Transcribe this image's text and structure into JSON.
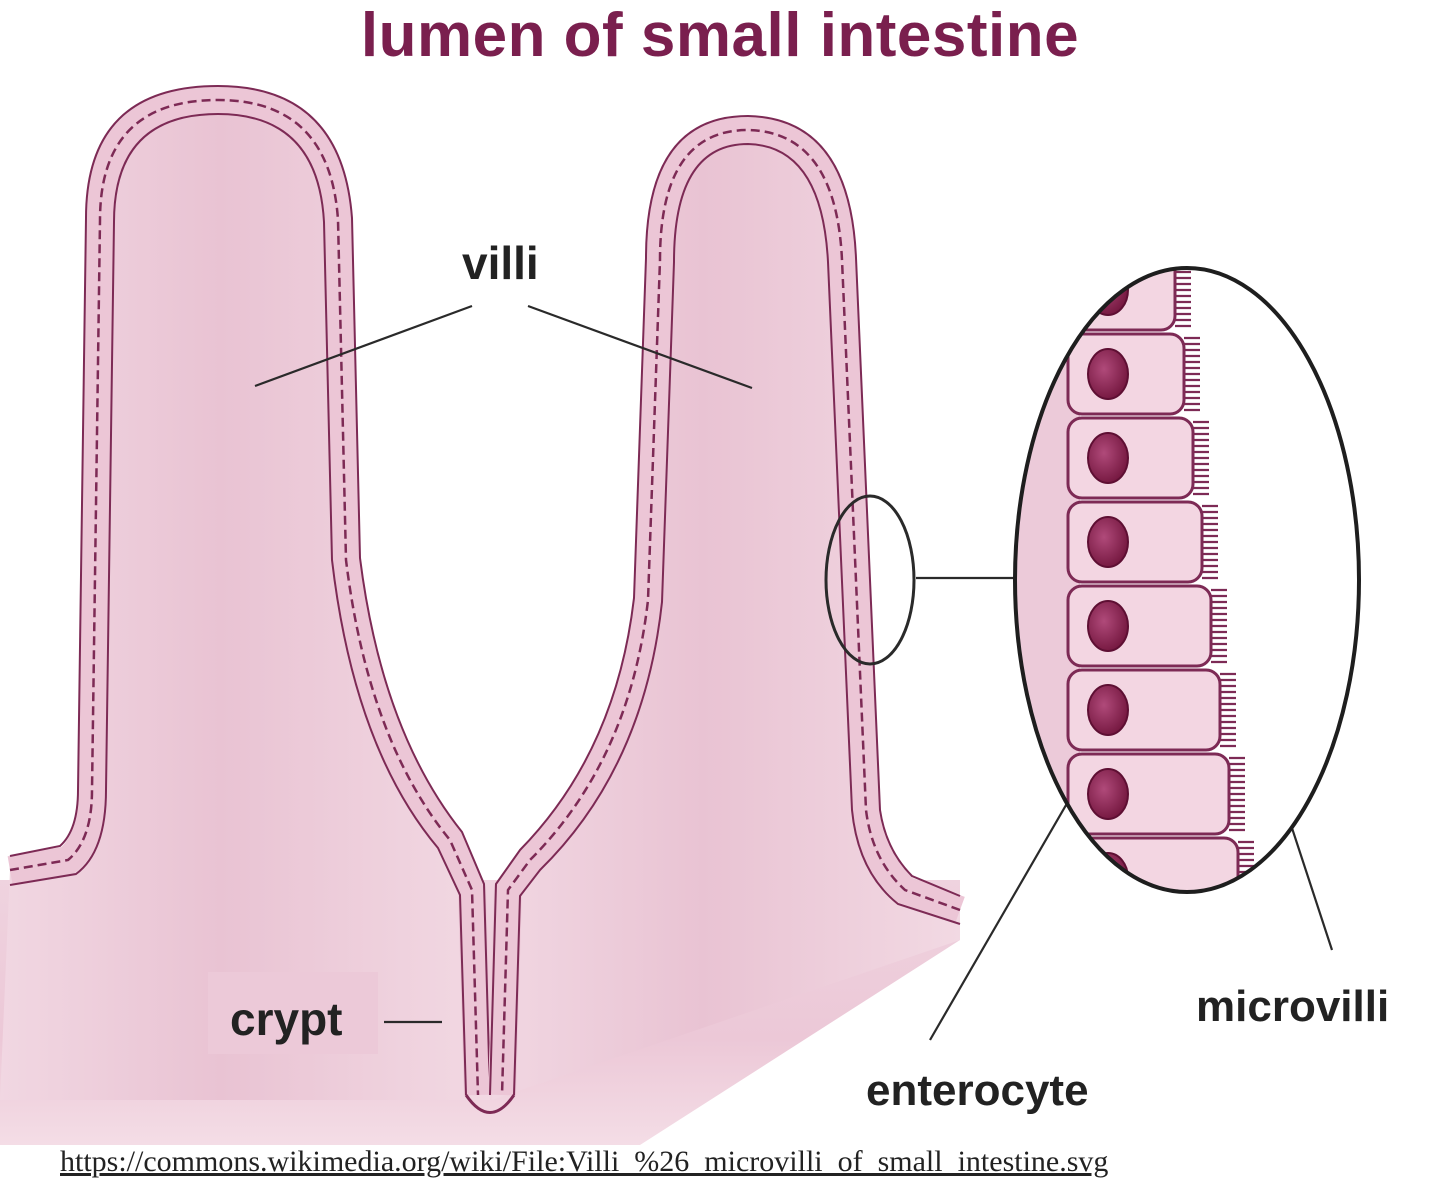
{
  "title": "lumen of small intestine",
  "labels": {
    "villi": "villi",
    "crypt": "crypt",
    "microvilli": "microvilli",
    "enterocyte": "enterocyte"
  },
  "source_url": "https://commons.wikimedia.org/wiki/File:Villi_%26_microvilli_of_small_intestine.svg",
  "colors": {
    "title": "#7a1f4e",
    "tissue": "#efd3df",
    "cell_outline": "#7d2a55",
    "nucleus": "#8a1f4d",
    "label": "#222222"
  }
}
